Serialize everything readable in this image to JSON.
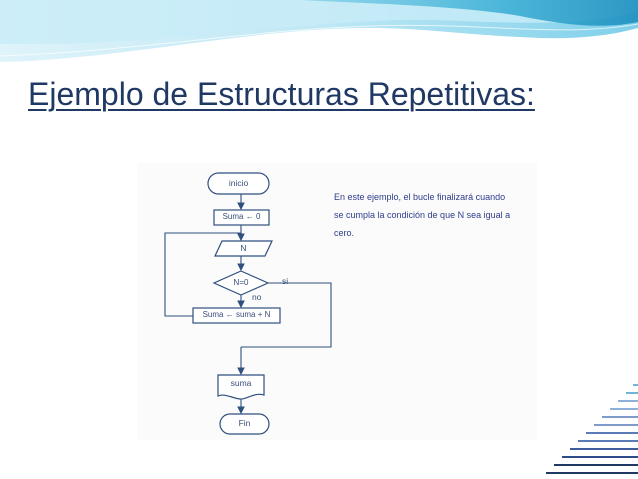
{
  "slide": {
    "title": "Ejemplo de Estructuras Repetitivas:"
  },
  "flowchart": {
    "nodes": {
      "start": "inicio",
      "init": "Suma ← 0",
      "input": "N",
      "decision": "N=0",
      "accumulate": "Suma ← suma + N",
      "output": "suma",
      "end": "Fin"
    },
    "edges": {
      "yes": "si",
      "no": "no"
    }
  },
  "note": {
    "lines": [
      "En este ejemplo, el bucle finalizará cuando",
      "se cumpla la condición de que N sea igual a",
      "cero."
    ]
  },
  "colors": {
    "title": "#1f3864",
    "note_text": "#2e3c8a",
    "shape_stroke": "#2f4f7f",
    "header_wave_light": "#a8dff0",
    "header_wave_dark": "#2fa3c8",
    "corner_lines": "#1f3864"
  }
}
